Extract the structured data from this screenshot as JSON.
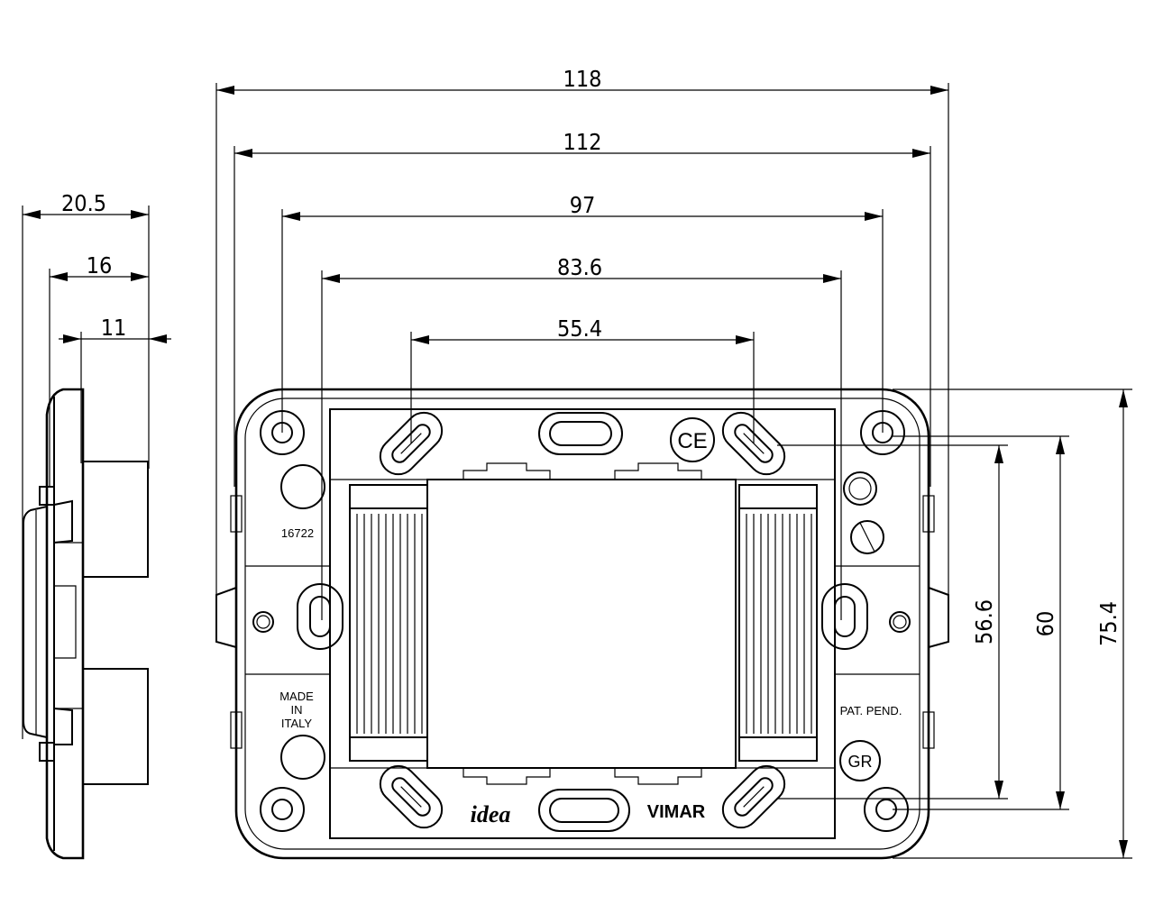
{
  "dimensions": {
    "width_118": "118",
    "width_112": "112",
    "width_97": "97",
    "width_83_6": "83.6",
    "width_55_4": "55.4",
    "depth_20_5": "20.5",
    "depth_16": "16",
    "depth_11": "11",
    "height_56_6": "56.6",
    "height_60": "60",
    "height_75_4": "75.4"
  },
  "markings": {
    "code": "16722",
    "made_in": "MADE\nIN\nITALY",
    "made_line1": "MADE",
    "made_line2": "IN",
    "made_line3": "ITALY",
    "patent": "PAT. PEND.",
    "gr": "GR",
    "ce": "CE",
    "logo": "idea",
    "brand": "VIMAR"
  }
}
